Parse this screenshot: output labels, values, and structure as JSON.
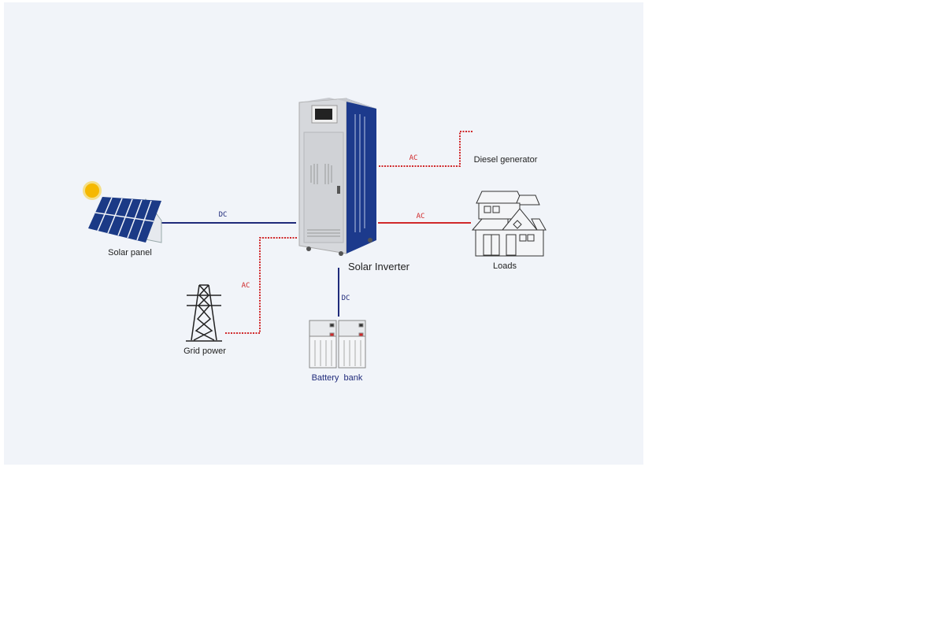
{
  "labels": {
    "solar_panel": "Solar panel",
    "grid_power": "Grid power",
    "solar_inverter": "Solar Inverter",
    "battery_bank": "Battery  bank",
    "diesel_generator": "Diesel generator",
    "loads": "Loads"
  },
  "connections": {
    "solar_dc": "DC",
    "grid_ac": "AC",
    "battery_dc": "DC",
    "diesel_ac": "AC",
    "loads_ac": "AC"
  },
  "colors": {
    "dc": "#1f2a7a",
    "ac": "#d0282a",
    "background": "#f1f4f9",
    "inverter_blue": "#1c3a8c"
  }
}
